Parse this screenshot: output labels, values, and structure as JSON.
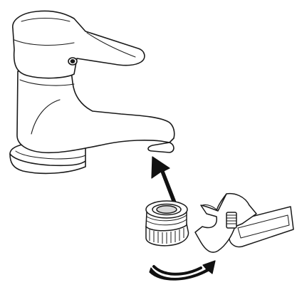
{
  "figure": {
    "kind": "installation-illustration",
    "background": "#ffffff",
    "line_color": "#1a1a1a",
    "fill_color": "#ffffff",
    "components": [
      "faucet",
      "aerator",
      "adjustable-wrench",
      "install-arrow",
      "rotation-arrow"
    ]
  }
}
